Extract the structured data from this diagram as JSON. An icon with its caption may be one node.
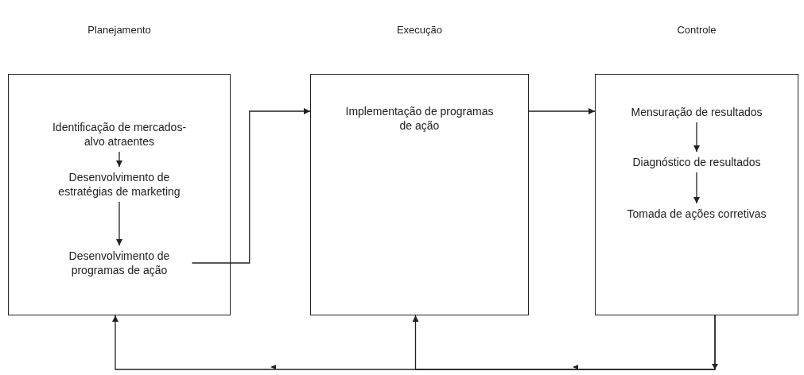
{
  "diagram": {
    "nodes": [
      {
        "text": [
          "Planejamento"
        ]
      },
      {
        "text": [
          "Identificação de mercados-alvo atraentes"
        ],
        "in": 0
      },
      {
        "text": [
          "Desenvolvimento de estratégias de marketing"
        ],
        "in": 0
      },
      {
        "text": [
          "Desenvolvimento de programas de ação"
        ],
        "in": 0
      },
      {
        "text": [
          "Execução",
          "Implementação de programas de ação"
        ]
      },
      {
        "text": [
          "Controle"
        ]
      },
      {
        "text": [
          "Mensuração de resultados"
        ],
        "in": 5
      },
      {
        "text": [
          "Diagnóstico de resultados"
        ],
        "in": 5
      },
      {
        "text": [
          "Tomada de ações corretivas"
        ],
        "in": 5
      }
    ],
    "edges": [
      {
        "from": 1,
        "to": 2,
        "arrow": "to"
      },
      {
        "from": 2,
        "to": 3,
        "arrow": "to"
      },
      {
        "from": 3,
        "to": 4,
        "arrow": "to"
      },
      {
        "from": 4,
        "to": 5,
        "arrow": "to"
      },
      {
        "from": 6,
        "to": 7,
        "arrow": "to"
      },
      {
        "from": 7,
        "to": 8,
        "arrow": "to"
      },
      {
        "from": 5,
        "to": 0,
        "arrow": "to"
      },
      {
        "from": 5,
        "to": 4,
        "arrow": "to"
      }
    ]
  }
}
